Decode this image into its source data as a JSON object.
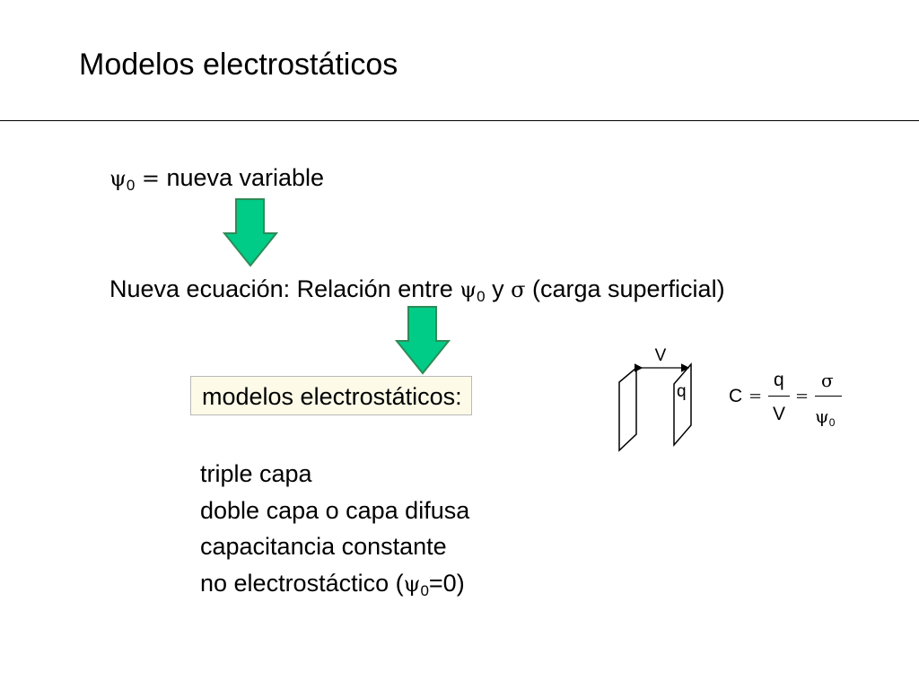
{
  "slide": {
    "title": "Modelos electrostáticos"
  },
  "line1": {
    "psi": "ψ",
    "sub": "0",
    "equals": "=",
    "text": "nueva variable"
  },
  "line2": {
    "prefix": "Nueva ecuación: Relación entre",
    "psi": "ψ",
    "sub": "0",
    "conj": "y",
    "sigma": "σ",
    "suffix": "(carga superficial)"
  },
  "boxed_label": "modelos electrostáticos:",
  "models": {
    "item1": "triple capa",
    "item2": "doble capa o capa difusa",
    "item3": "capacitancia constante",
    "item4_prefix": "no electrostáctico (",
    "item4_psi": "ψ",
    "item4_sub": "0",
    "item4_suffix": "=0)"
  },
  "diagram": {
    "v_label": "V",
    "q_label": "q"
  },
  "formula": {
    "lhs": "C",
    "eq1": "=",
    "num1": "q",
    "den1": "V",
    "eq2": "=",
    "num2": "σ",
    "den2_psi": "ψ",
    "den2_sub": "0"
  },
  "colors": {
    "arrow_fill": "#00cc88",
    "arrow_stroke": "#2e8b57",
    "box_fill": "#fdfbe8"
  }
}
